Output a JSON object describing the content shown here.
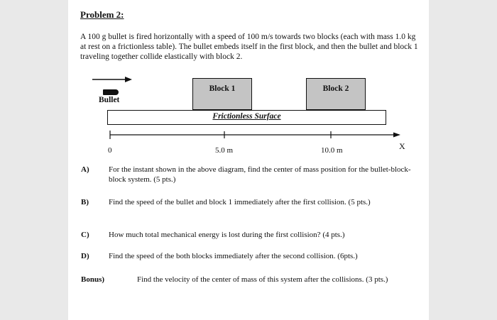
{
  "problem": {
    "title": "Problem 2:",
    "intro": "A 100 g bullet is fired horizontally with a speed of 100 m/s towards two blocks (each with mass 1.0 kg at rest on a frictionless table). The bullet embeds itself in the first block, and then the bullet and block 1 traveling together collide elastically with block 2."
  },
  "diagram": {
    "bullet_label": "Bullet",
    "block1_label": "Block 1",
    "block2_label": "Block 2",
    "surface_label": "Frictionless Surface",
    "axis_ticks": [
      "0",
      "5.0 m",
      "10.0 m"
    ],
    "axis_name": "X"
  },
  "questions": [
    {
      "letter": "A)",
      "text": "For the instant shown in the above diagram, find the center of mass position for the bullet-block-block system. (5 pts.)"
    },
    {
      "letter": "B)",
      "text": "Find the speed of the bullet and block 1 immediately after the first collision. (5 pts.)"
    },
    {
      "letter": "C)",
      "text": "How much total mechanical energy is lost during the first collision? (4 pts.)"
    },
    {
      "letter": "D)",
      "text": "Find the speed of the both blocks immediately after the second collision. (6pts.)"
    },
    {
      "letter": "Bonus)",
      "text": "Find the velocity of the center of mass of this system after the collisions. (3 pts.)"
    }
  ]
}
